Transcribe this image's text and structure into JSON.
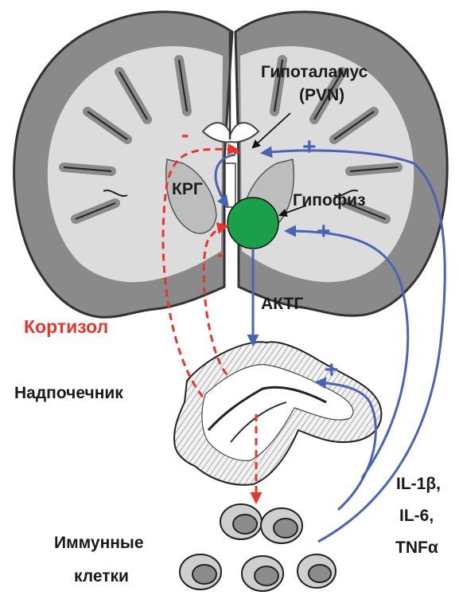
{
  "labels": {
    "hypothalamus": "Гипоталамус",
    "pvn": "(PVN)",
    "crh": "КРГ",
    "pituitary": "Гипофиз",
    "acth": "АКТГ",
    "cortisol": "Кортизол",
    "adrenal": "Надпочечник",
    "immune_line1": "Иммунные",
    "immune_line2": "клетки",
    "cytokines_line1": "IL-1β,",
    "cytokines_line2": "IL-6,",
    "cytokines_line3": "TNFα"
  },
  "signs": {
    "plus": "+",
    "minus": "-"
  },
  "colors": {
    "stimulation": "#4a63b5",
    "inhibition": "#e8352b",
    "pituitary": "#1aa04a",
    "brain_gray": "#8a8a8a",
    "white_matter": "#dedede",
    "text": "#1a1a1a"
  }
}
